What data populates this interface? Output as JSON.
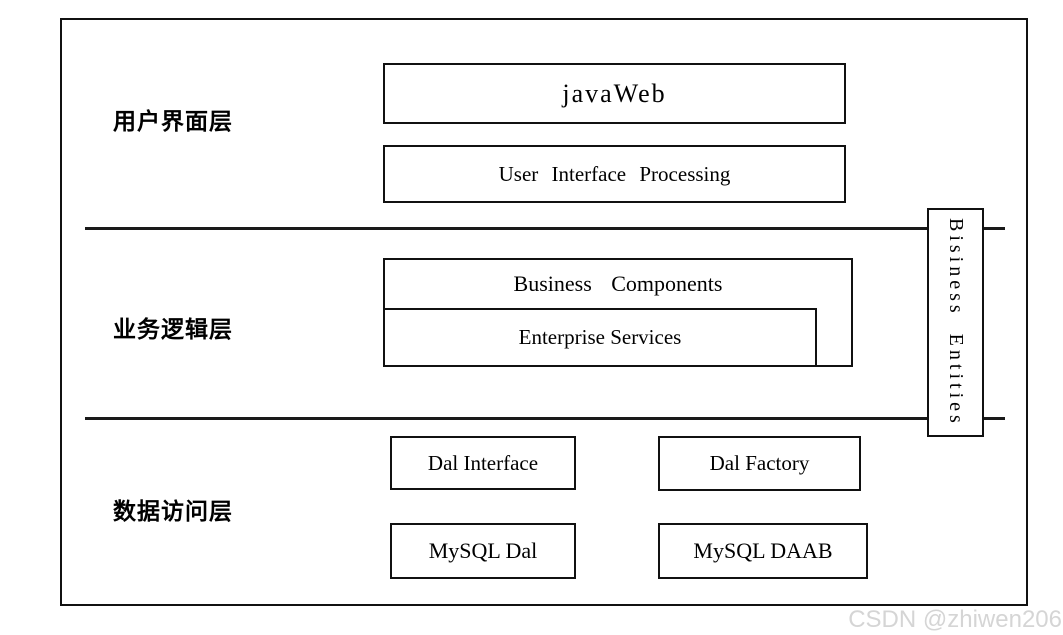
{
  "diagram": {
    "title_hint": "three-layer java web architecture diagram",
    "layers": {
      "ui": {
        "label": "用户界面层"
      },
      "business": {
        "label": "业务逻辑层"
      },
      "data": {
        "label": "数据访问层"
      }
    },
    "boxes": {
      "javaweb": "javaWeb",
      "user_interface_proc": "User Interface Processing",
      "business_components": "Business Components",
      "enterprise_services": "Enterprise Services",
      "dal_interface": "Dal Interface",
      "dal_factory": "Dal Factory",
      "mysql_dal": "MySQL Dal",
      "mysql_daab": "MySQL DAAB",
      "business_entities": "Bisiness Entities"
    },
    "colors": {
      "line": "#1a1a1a",
      "box_border": "#111111",
      "background": "#ffffff",
      "watermark": "#d5d5d5"
    }
  },
  "watermark": {
    "text": "CSDN @zhiwen206"
  }
}
